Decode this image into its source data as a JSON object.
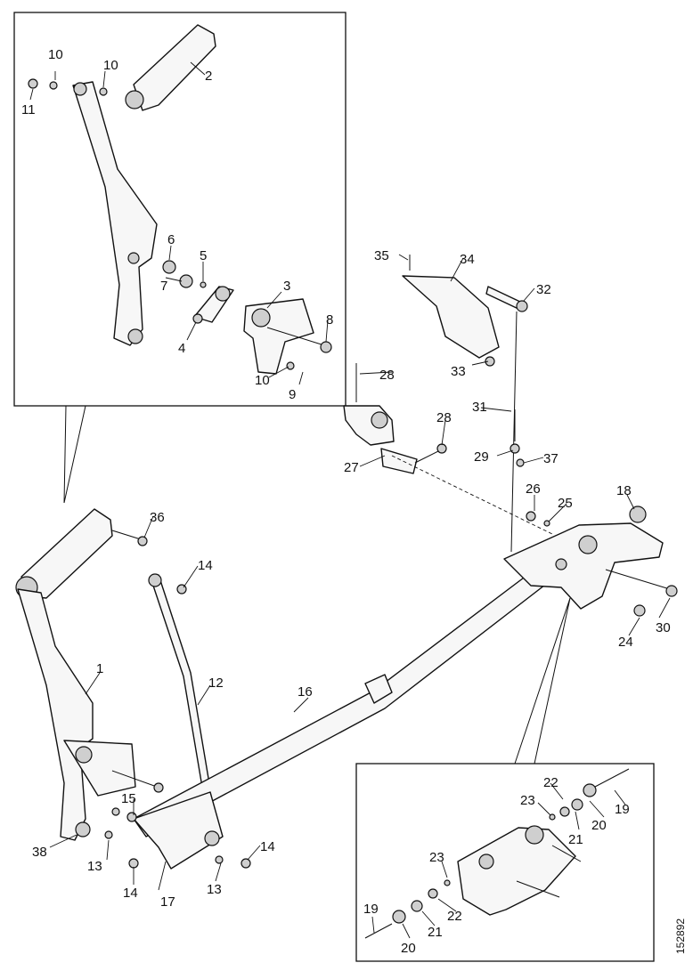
{
  "diagram": {
    "reference_number": "152892",
    "callouts": [
      "1",
      "2",
      "3",
      "4",
      "5",
      "6",
      "7",
      "8",
      "9",
      "10",
      "10",
      "10",
      "11",
      "12",
      "13",
      "13",
      "14",
      "14",
      "14",
      "15",
      "16",
      "17",
      "18",
      "19",
      "19",
      "20",
      "20",
      "21",
      "21",
      "22",
      "22",
      "23",
      "23",
      "24",
      "25",
      "26",
      "27",
      "28",
      "28",
      "29",
      "30",
      "31",
      "32",
      "33",
      "34",
      "35",
      "36",
      "37",
      "38"
    ]
  }
}
